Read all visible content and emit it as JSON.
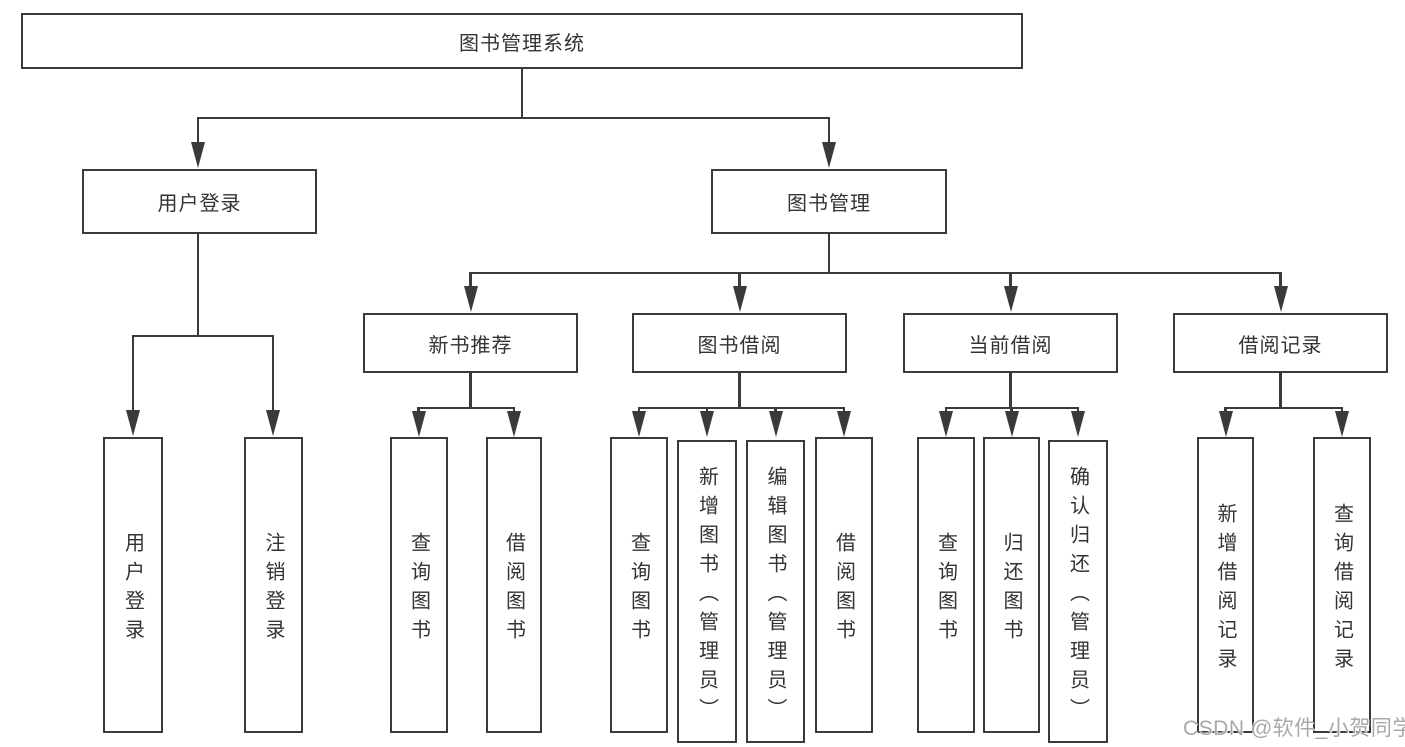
{
  "nodes": {
    "root": "图书管理系统",
    "user_login": "用户登录",
    "book_mgmt": "图书管理",
    "leaf_login": "用户登录",
    "leaf_logout": "注销登录",
    "new_book_rec": "新书推荐",
    "book_borrow": "图书借阅",
    "current_borrow": "当前借阅",
    "borrow_records": "借阅记录",
    "rec_query_book": "查询图书",
    "rec_borrow_book": "借阅图书",
    "bb_query_book": "查询图书",
    "bb_add_book_admin": "新增图书（管理员）",
    "bb_edit_book_admin": "编辑图书（管理员）",
    "bb_borrow_book": "借阅图书",
    "cb_query_book": "查询图书",
    "cb_return_book": "归还图书",
    "cb_confirm_return_admin": "确认归还（管理员）",
    "br_add_record": "新增借阅记录",
    "br_query_record": "查询借阅记录"
  },
  "watermark": "CSDN @软件_小贺同学",
  "colors": {
    "line": "#3a3a3a",
    "text": "#333333",
    "watermark": "#a8a8a8",
    "background": "#ffffff"
  }
}
